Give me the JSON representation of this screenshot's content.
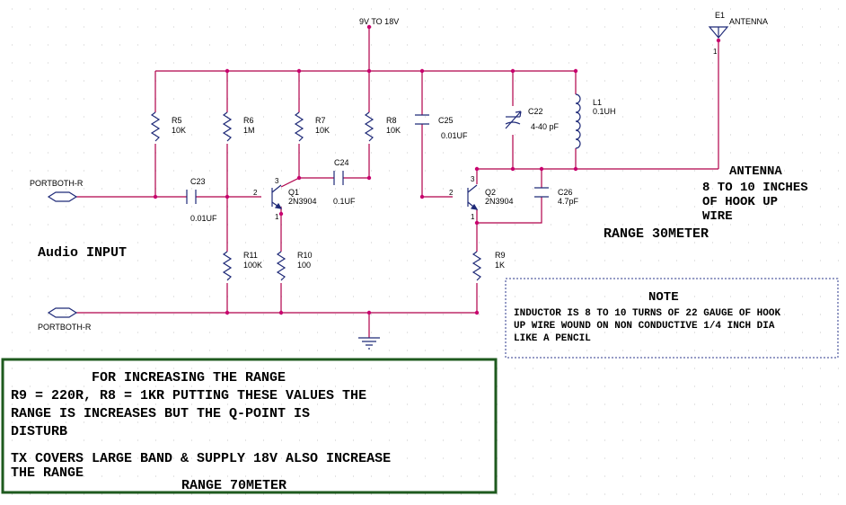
{
  "supply": {
    "label": "9V TO 18V"
  },
  "antenna": {
    "ref": "E1",
    "name": "ANTENNA",
    "pin": "1"
  },
  "ports": {
    "input": "PORTBOTH-R",
    "ground": "PORTBOTH-R"
  },
  "resistors": [
    {
      "ref": "R5",
      "value": "10K"
    },
    {
      "ref": "R6",
      "value": "1M"
    },
    {
      "ref": "R7",
      "value": "10K"
    },
    {
      "ref": "R8",
      "value": "10K"
    },
    {
      "ref": "R11",
      "value": "100K"
    },
    {
      "ref": "R10",
      "value": "100"
    },
    {
      "ref": "R9",
      "value": "1K"
    }
  ],
  "capacitors": [
    {
      "ref": "C23",
      "value": "0.01UF"
    },
    {
      "ref": "C24",
      "value": "0.1UF"
    },
    {
      "ref": "C25",
      "value": "0.01UF"
    },
    {
      "ref": "C22",
      "value": "4-40 pF"
    },
    {
      "ref": "C26",
      "value": "4.7pF"
    }
  ],
  "inductor": {
    "ref": "L1",
    "value": "0.1UH"
  },
  "transistors": [
    {
      "ref": "Q1",
      "part": "2N3904"
    },
    {
      "ref": "Q2",
      "part": "2N3904"
    }
  ],
  "pin_numbers": {
    "base": "2",
    "collector": "3",
    "emitter": "1"
  },
  "labels": {
    "audio_input": "Audio INPUT",
    "antenna_lines": [
      "ANTENNA",
      "8 TO 10 INCHES",
      "OF HOOK UP",
      "WIRE"
    ],
    "range_30": "RANGE 30METER"
  },
  "note": {
    "title": "NOTE",
    "lines": [
      "INDUCTOR IS 8 TO 10 TURNS OF 22 GAUGE OF HOOK",
      "UP WIRE WOUND ON NON CONDUCTIVE 1/4 INCH DIA",
      "LIKE A PENCIL"
    ]
  },
  "range_box": {
    "title": "FOR INCREASING THE RANGE",
    "lines": [
      "R9 = 220R, R8 = 1KR PUTTING THESE VALUES THE",
      "RANGE IS INCREASES BUT THE Q-POINT IS",
      "DISTURB"
    ],
    "lines2": [
      "TX COVERS LARGE BAND & SUPPLY 18V ALSO INCREASE",
      "THE RANGE"
    ],
    "footer": "RANGE 70METER"
  },
  "colors": {
    "wire": "#b0004a",
    "component": "#1f2a78",
    "junction": "#c8006e",
    "box_border": "#1e5a1e",
    "note_border": "#2d3a8c",
    "grid": "#c8c8c8"
  }
}
